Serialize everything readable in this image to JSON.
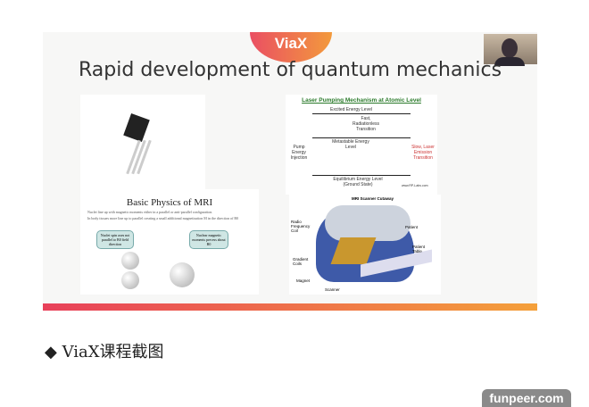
{
  "slide": {
    "logo": "ViaX",
    "title": "Rapid development of quantum mechanics",
    "mri_panel": {
      "title": "Basic Physics of MRI",
      "bullets": [
        "Nuclei line up with magnetic moments either in a parallel or anti-parallel configuration.",
        "In body tissues more line up to parallel creating a small additional magnetization M in the direction of B0"
      ],
      "callouts": [
        "Nuclei spin axes not parallel to B0 field direction",
        "Nuclear magnetic moments precess about B0"
      ]
    },
    "laser_panel": {
      "title": "Laser Pumping Mechanism at Atomic Level",
      "labels": {
        "excited": "Excited Energy Level",
        "fast": "Fast, Radiationless Transition",
        "metastable": "Metastable Energy Level",
        "pump": "Pump Energy Injection",
        "slow": "Slow, Laser Emission Transition",
        "ground": "Equilibrium Energy Level",
        "ground_sub": "(Ground State)",
        "credit": "www.RP-Labs.com"
      }
    },
    "scanner_panel": {
      "title": "MRI Scanner Cutaway",
      "labels": [
        "Radio Frequency Coil",
        "Patient",
        "Patient Table",
        "Gradient Coils",
        "Magnet",
        "Scanner"
      ]
    }
  },
  "caption": "◆ ViaX课程截图",
  "watermark": "funpeer.com"
}
